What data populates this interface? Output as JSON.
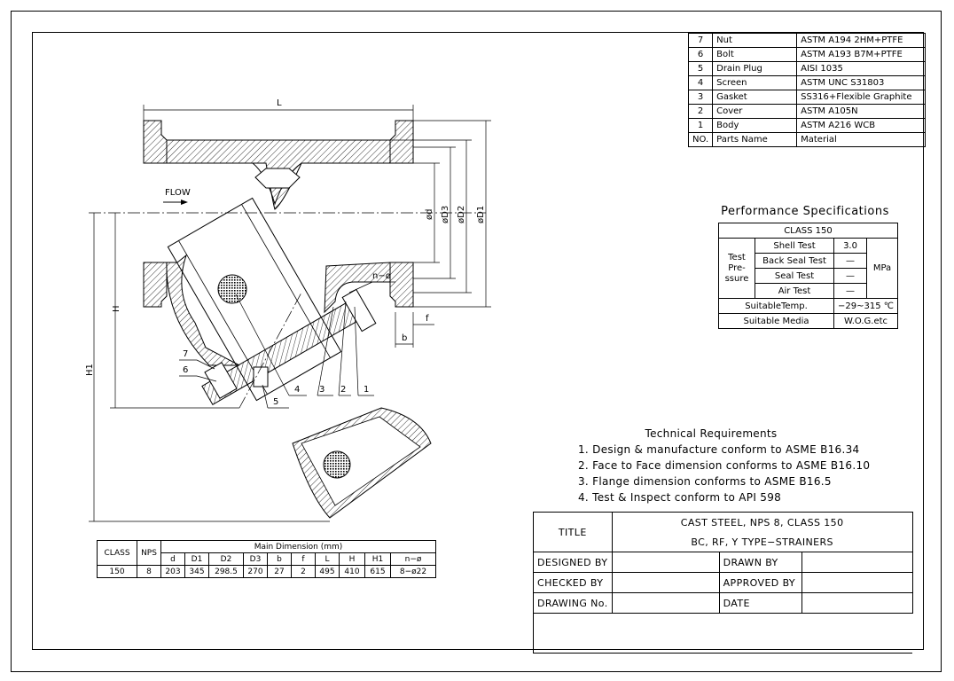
{
  "parts_list": {
    "header": {
      "no": "NO.",
      "name": "Parts Name",
      "material": "Material"
    },
    "rows": [
      {
        "no": "7",
        "name": "Nut",
        "material": "ASTM A194 2HM+PTFE"
      },
      {
        "no": "6",
        "name": "Bolt",
        "material": "ASTM A193 B7M+PTFE"
      },
      {
        "no": "5",
        "name": "Drain Plug",
        "material": "AISI 1035"
      },
      {
        "no": "4",
        "name": "Screen",
        "material": "ASTM UNC S31803"
      },
      {
        "no": "3",
        "name": "Gasket",
        "material": "SS316+Flexible Graphite"
      },
      {
        "no": "2",
        "name": "Cover",
        "material": "ASTM A105N"
      },
      {
        "no": "1",
        "name": "Body",
        "material": "ASTM A216 WCB"
      }
    ]
  },
  "performance": {
    "title": "Performance Specifications",
    "class": "CLASS 150",
    "test_label": "Test Pre- ssure",
    "unit": "MPa",
    "tests": [
      {
        "name": "Shell Test",
        "value": "3.0"
      },
      {
        "name": "Back Seal Test",
        "value": "—"
      },
      {
        "name": "Seal Test",
        "value": "—"
      },
      {
        "name": "Air Test",
        "value": "—"
      }
    ],
    "temp_label": "SuitableTemp.",
    "temp_value": "−29~315 ℃",
    "media_label": "Suitable Media",
    "media_value": "W.O.G.etc"
  },
  "technical": {
    "title": "Technical Requirements",
    "items": [
      "1. Design & manufacture conform to ASME B16.34",
      "2. Face to Face dimension conforms to ASME B16.10",
      "3. Flange dimension conforms to ASME B16.5",
      "4. Test & Inspect conform to API 598"
    ]
  },
  "dimensions": {
    "class_label": "CLASS",
    "nps_label": "NPS",
    "main_label": "Main Dimension (mm)",
    "columns": [
      "d",
      "D1",
      "D2",
      "D3",
      "b",
      "f",
      "L",
      "H",
      "H1",
      "n−ø"
    ],
    "row": {
      "class": "150",
      "nps": "8",
      "values": [
        "203",
        "345",
        "298.5",
        "270",
        "27",
        "2",
        "495",
        "410",
        "615",
        "8−ø22"
      ]
    }
  },
  "title_block": {
    "title_label": "TITLE",
    "title_line1": "CAST STEEL, NPS 8, CLASS 150",
    "title_line2": "BC, RF, Y TYPE−STRAINERS",
    "designed_by": "DESIGNED BY",
    "drawn_by": "DRAWN BY",
    "checked_by": "CHECKED BY",
    "approved_by": "APPROVED BY",
    "drawing_no": "DRAWING No.",
    "date": "DATE"
  },
  "drawing_labels": {
    "L": "L",
    "flow": "FLOW",
    "H": "H",
    "H1": "H1",
    "d": "ød",
    "D3": "øD3",
    "D2": "øD2",
    "D1": "øD1",
    "n_phi": "n−ø",
    "f": "f",
    "b": "b",
    "callouts": [
      "1",
      "2",
      "3",
      "4",
      "5",
      "6",
      "7"
    ]
  }
}
